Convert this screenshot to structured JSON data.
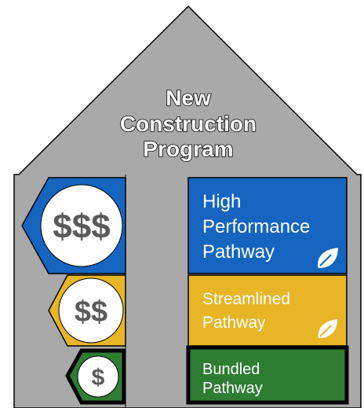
{
  "title_lines": [
    "New",
    "Construction",
    "Program"
  ],
  "pathways": [
    {
      "label_lines": [
        "High",
        "Performance",
        "Pathway"
      ],
      "color": "#1565c0",
      "has_leaf": true
    },
    {
      "label_lines": [
        "Streamlined",
        "Pathway"
      ],
      "color": "#e7b526",
      "has_leaf": true
    },
    {
      "label_lines": [
        "Bundled",
        "Pathway"
      ],
      "color": "#2e7d32",
      "has_leaf": false
    }
  ],
  "cost_tags": [
    {
      "symbol": "$$$",
      "color": "#1565c0"
    },
    {
      "symbol": "$$",
      "color": "#e7b526"
    },
    {
      "symbol": "$",
      "color": "#2e7d32"
    }
  ],
  "colors": {
    "arrow": "#a9a9a9",
    "dollar_text": "#5a5a5a",
    "leaf": "#ffffff"
  },
  "icons": [
    "leaf-icon"
  ]
}
